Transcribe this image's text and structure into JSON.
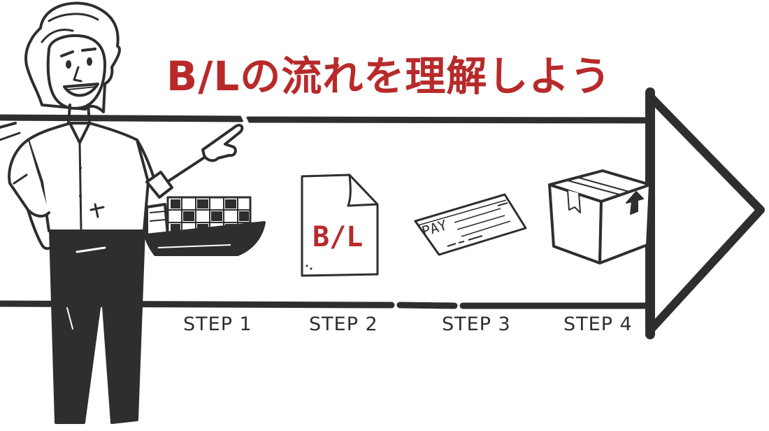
{
  "title": "B/Lの流れを理解しよう",
  "steps": [
    {
      "label": "STEP 1",
      "icon": "container-ship-icon"
    },
    {
      "label": "STEP 2",
      "icon": "bill-of-lading-document-icon"
    },
    {
      "label": "STEP 3",
      "icon": "payment-check-icon"
    },
    {
      "label": "STEP 4",
      "icon": "cargo-box-icon"
    }
  ],
  "document_label": "B/L",
  "check_label": "PAY",
  "colors": {
    "accent": "#b82a2a",
    "ink": "#2e2e2e",
    "background": "#ffffff"
  }
}
